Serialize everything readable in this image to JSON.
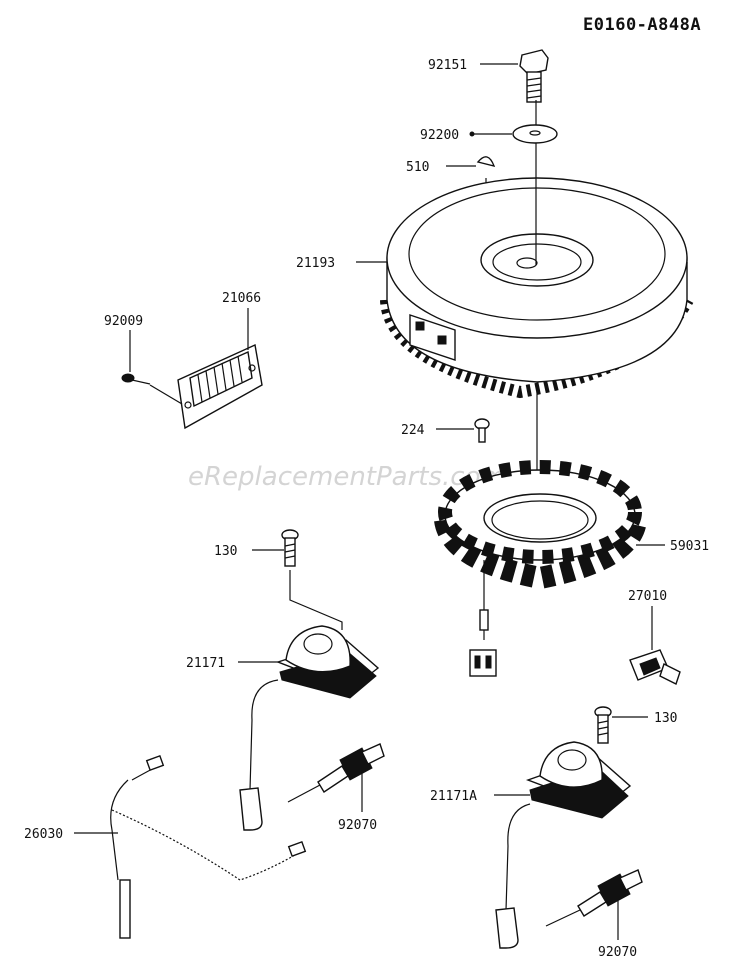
{
  "diagram_code": "E0160-A848A",
  "watermark": "eReplacementParts.com",
  "callouts": {
    "p92151": "92151",
    "p92200": "92200",
    "p510": "510",
    "p21193": "21193",
    "p21066": "21066",
    "p92009": "92009",
    "p224": "224",
    "p59031": "59031",
    "p130a": "130",
    "p27010": "27010",
    "p21171": "21171",
    "p130b": "130",
    "p92070a": "92070",
    "p21171A": "21171A",
    "p26030": "26030",
    "p92070b": "92070"
  }
}
